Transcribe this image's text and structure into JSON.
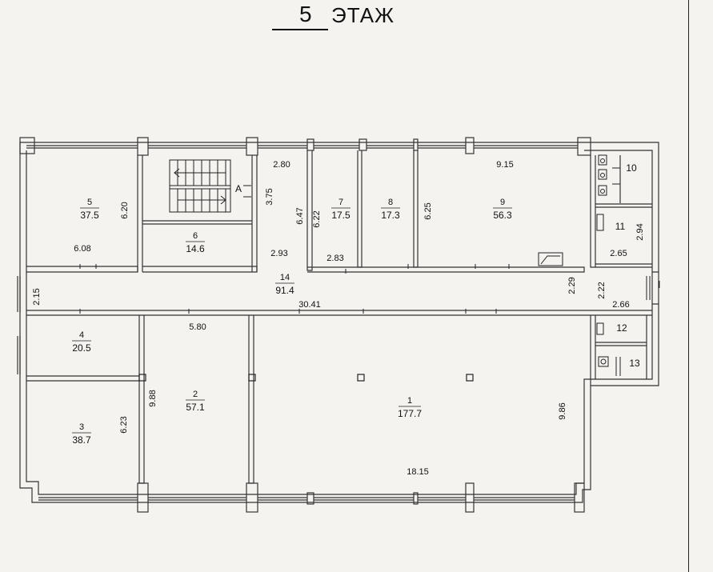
{
  "title": {
    "number": "5",
    "word": "ЭТАЖ"
  },
  "rooms": [
    {
      "id": "1",
      "number": "1",
      "area": "177.7"
    },
    {
      "id": "2",
      "number": "2",
      "area": "57.1"
    },
    {
      "id": "3",
      "number": "3",
      "area": "38.7"
    },
    {
      "id": "4",
      "number": "4",
      "area": "20.5"
    },
    {
      "id": "5",
      "number": "5",
      "area": "37.5"
    },
    {
      "id": "6",
      "number": "6",
      "area": "14.6"
    },
    {
      "id": "7",
      "number": "7",
      "area": "17.5"
    },
    {
      "id": "8",
      "number": "8",
      "area": "17.3"
    },
    {
      "id": "9",
      "number": "9",
      "area": "56.3"
    },
    {
      "id": "10",
      "number": "10",
      "area": ""
    },
    {
      "id": "11",
      "number": "11",
      "area": ""
    },
    {
      "id": "12",
      "number": "12",
      "area": ""
    },
    {
      "id": "13",
      "number": "13",
      "area": ""
    },
    {
      "id": "14",
      "number": "14",
      "area": "91.4"
    }
  ],
  "dimensions": {
    "d280": "2.80",
    "d375": "3.75",
    "d915": "9.15",
    "d620": "6.20",
    "d608": "6.08",
    "d293": "2.93",
    "d647": "6.47",
    "d622": "6.22",
    "d625": "6.25",
    "d283": "2.83",
    "d294": "2.94",
    "d265": "2.65",
    "d215": "2.15",
    "d3041": "30.41",
    "d229": "2.29",
    "d222": "2.22",
    "d266": "2.66",
    "d580": "5.80",
    "d988": "9.88",
    "d623": "6.23",
    "d986": "9.86",
    "d1815": "18.15"
  },
  "markers": {
    "stair": "А",
    "section": "I"
  }
}
